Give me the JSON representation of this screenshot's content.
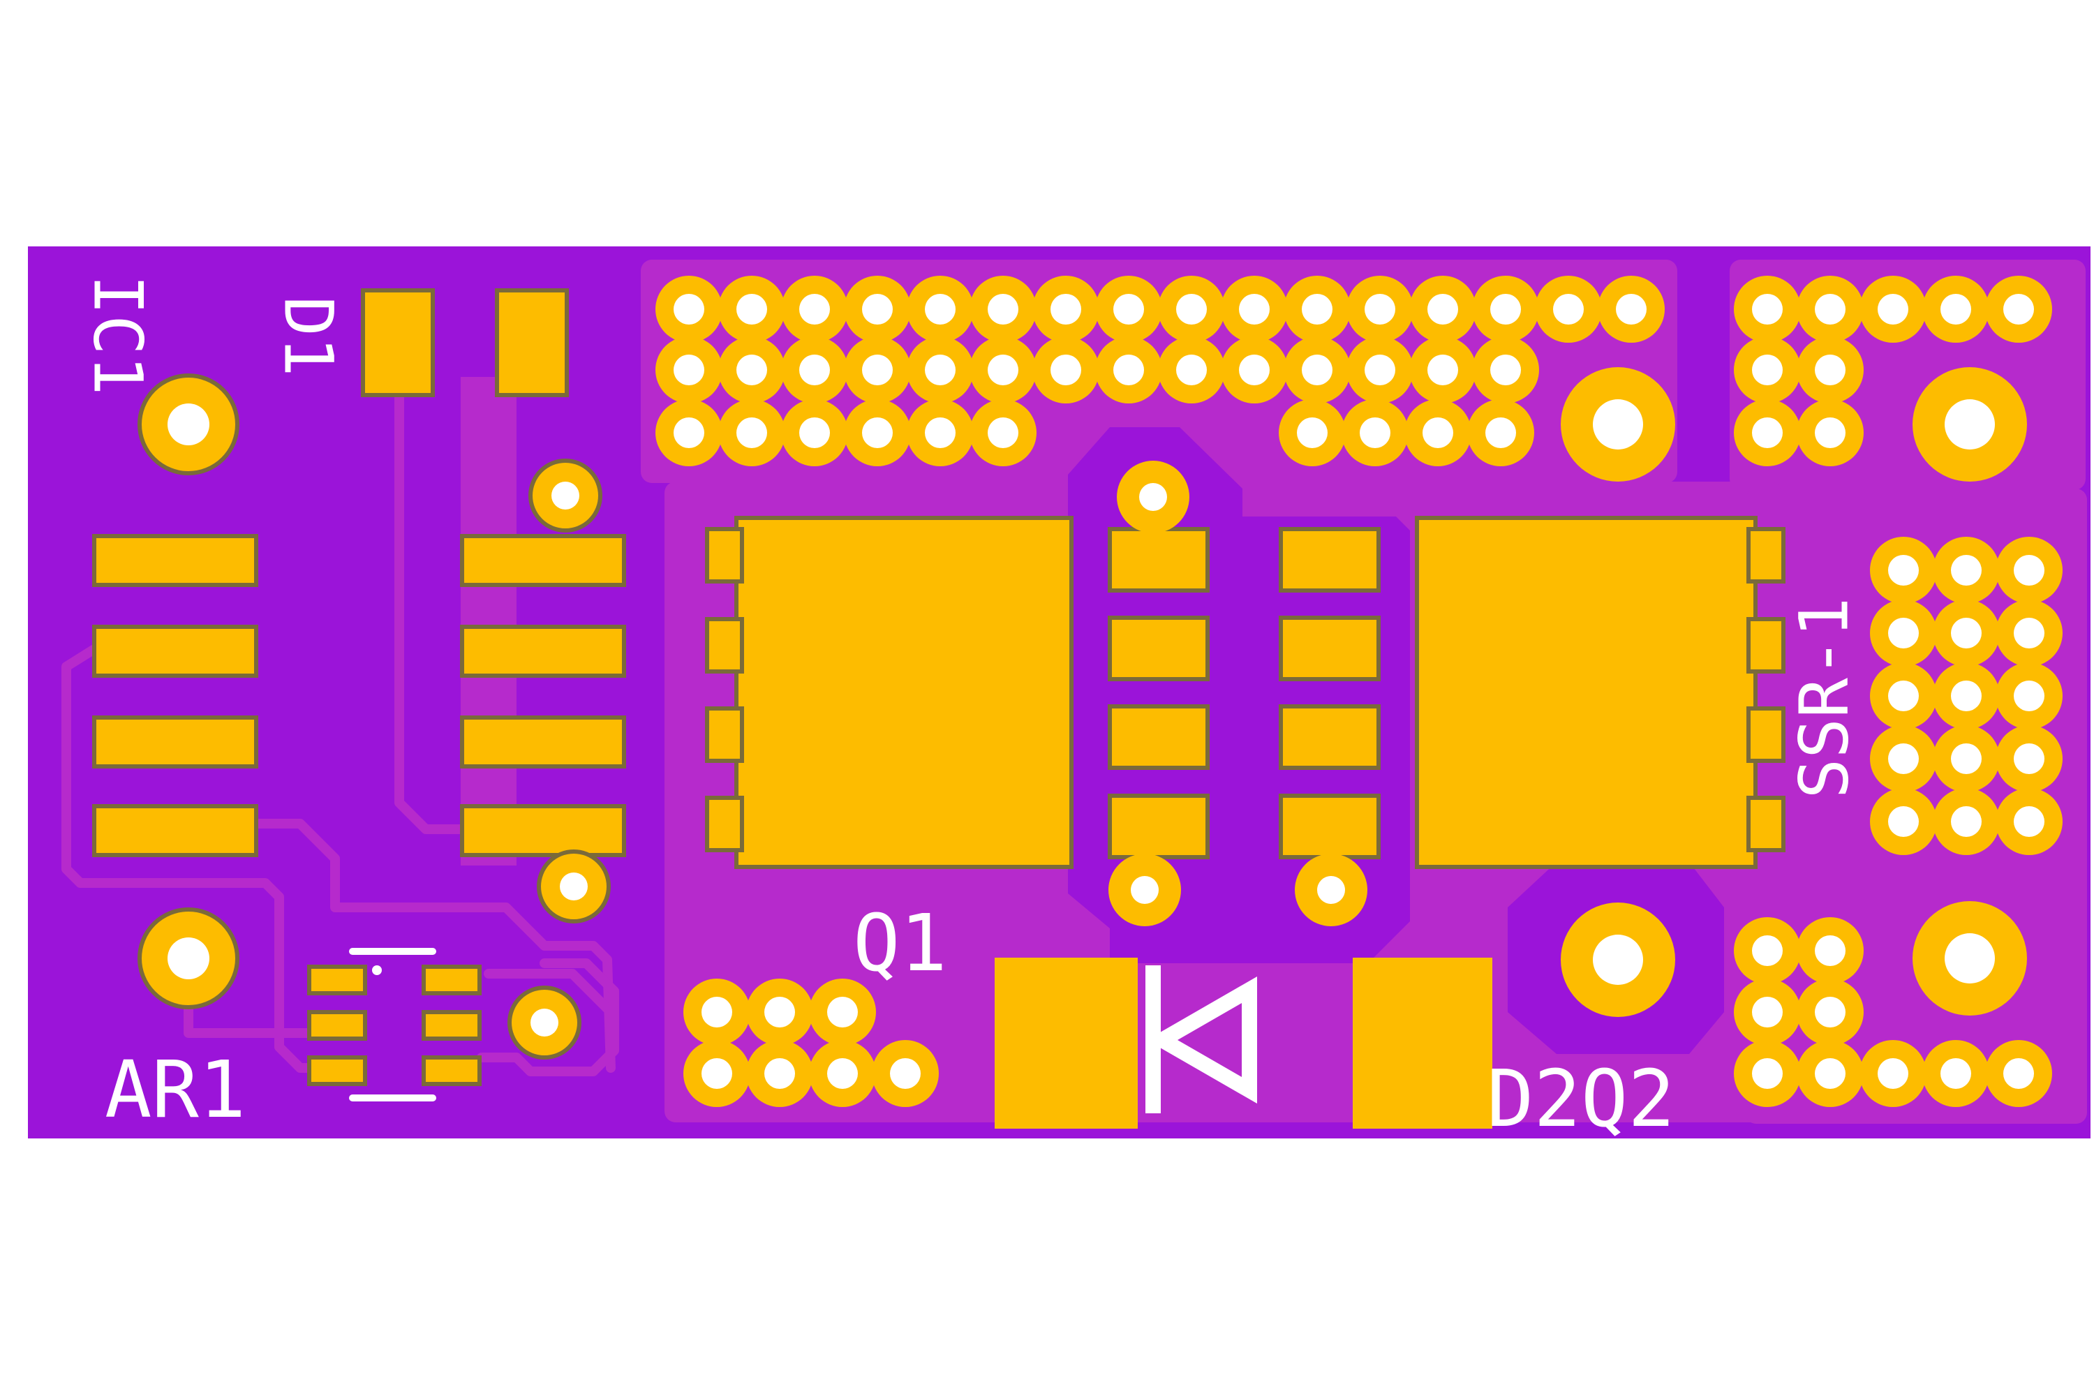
{
  "board": {
    "colors": {
      "background": "#ffffff",
      "substrate": "#9b14d9",
      "copper_pour": "#b62acc",
      "pad": "#fdbc00",
      "pad_outline": "#7a6a3a",
      "drill": "#ffffff",
      "silkscreen": "#ffffff"
    }
  },
  "labels": {
    "ic1": "IC1",
    "d1": "D1",
    "q1": "Q1",
    "ar1": "AR1",
    "d2q2": "D2Q2",
    "ssr1": "SSR-1"
  },
  "icons": {
    "diode_symbol": "diode-icon"
  }
}
